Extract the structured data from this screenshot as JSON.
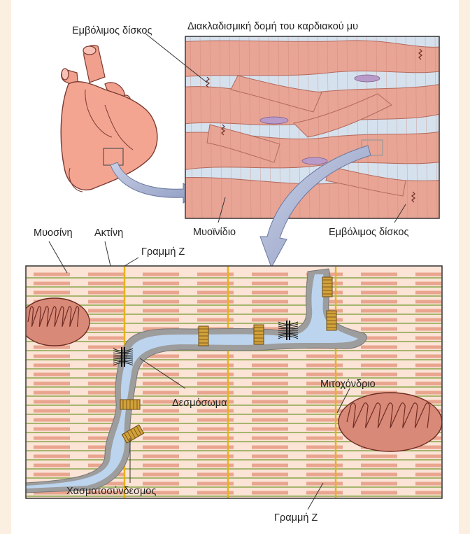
{
  "labels": {
    "intercalated_disc_top": "Εμβόλιμος δίσκος",
    "branching_title": "Διακλαδισμική δομή του καρδιακού μυ",
    "myofibril": "Μυοϊνίδιο",
    "intercalated_disc_right": "Εμβόλιμος δίσκος",
    "myosin": "Μυοσίνη",
    "actin": "Ακτίνη",
    "z_line_top": "Γραμμή Ζ",
    "desmosome": "Δεσμόσωμα",
    "mitochondrion": "Μιτοχόνδριο",
    "gap_junction": "Χασματοσύνδεσμος",
    "z_line_bottom": "Γραμμή Ζ"
  },
  "colors": {
    "heart": "#f2a08e",
    "muscle_fiber": "#e8a494",
    "interstitial": "#cfdcec",
    "myosin_band": "#e9a58f",
    "actin_line": "#8aa64a",
    "z_line": "#e8b21c",
    "membrane": "#8a8a8a",
    "gap_junction": "#d2a13a",
    "mitochondrion": "#d98978",
    "nucleus": "#b89bc8",
    "arrow": "#9aa6c8"
  }
}
